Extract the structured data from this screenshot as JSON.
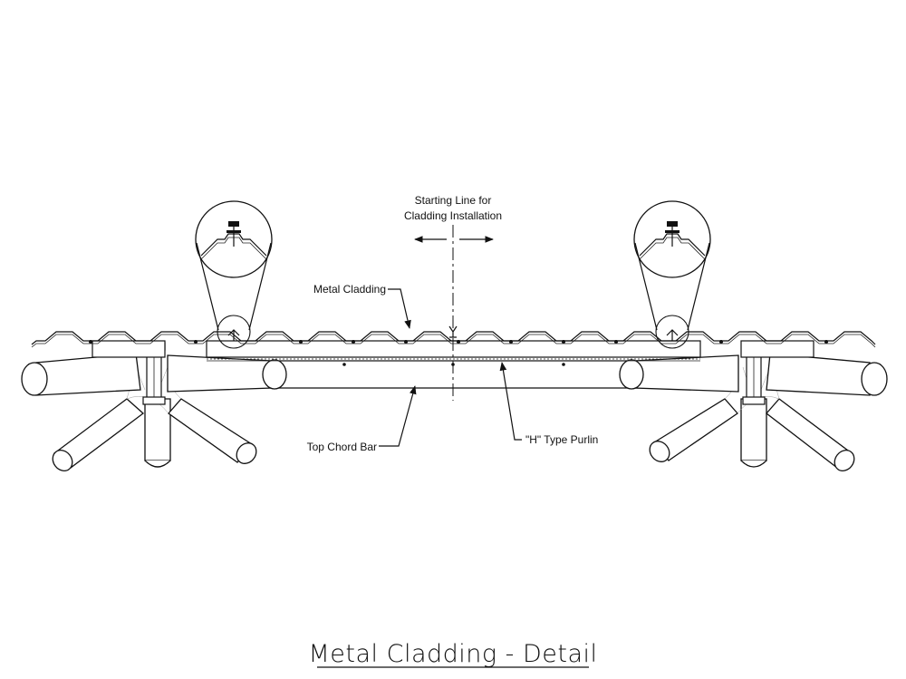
{
  "labels": {
    "starting_line_1": "Starting Line for",
    "starting_line_2": "Cladding Installation",
    "metal_cladding": "Metal Cladding",
    "top_chord_bar": "Top Chord Bar",
    "h_type_purlin": "\"H\" Type Purlin"
  },
  "title": "Metal Cladding - Detail"
}
